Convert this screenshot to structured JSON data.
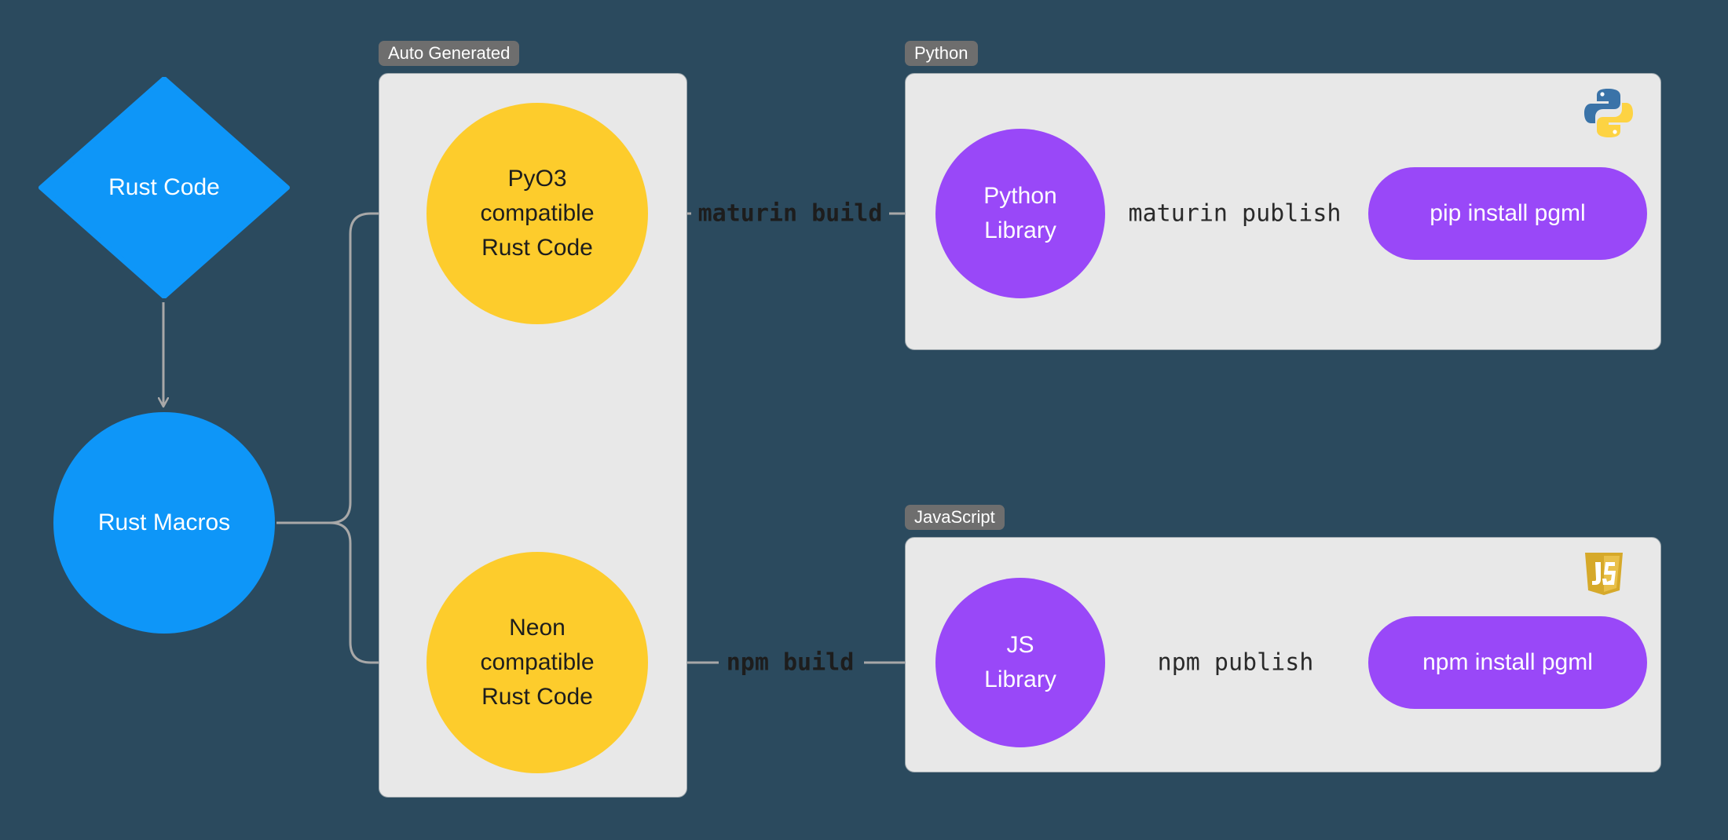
{
  "groups": {
    "auto": "Auto Generated",
    "python": "Python",
    "javascript": "JavaScript"
  },
  "nodes": {
    "rust_code": "Rust Code",
    "rust_macros": "Rust Macros",
    "pyo3": [
      "PyO3",
      "compatible",
      "Rust Code"
    ],
    "neon": [
      "Neon",
      "compatible",
      "Rust Code"
    ],
    "python_library": [
      "Python",
      "Library"
    ],
    "js_library": [
      "JS",
      "Library"
    ],
    "pip_install": "pip install pgml",
    "npm_install": "npm install pgml"
  },
  "edges": {
    "maturin_build": "maturin build",
    "maturin_publish": "maturin publish",
    "npm_build": "npm build",
    "npm_publish": "npm publish"
  },
  "icons": {
    "python": "python-logo-icon",
    "js": "js-logo-icon"
  },
  "colors": {
    "background": "#2b4a5e",
    "blue": "#0e96f8",
    "yellow": "#fdcc2c",
    "purple": "#9948f8",
    "panel": "#e8e8e8",
    "connector": "#a8a8a8"
  }
}
